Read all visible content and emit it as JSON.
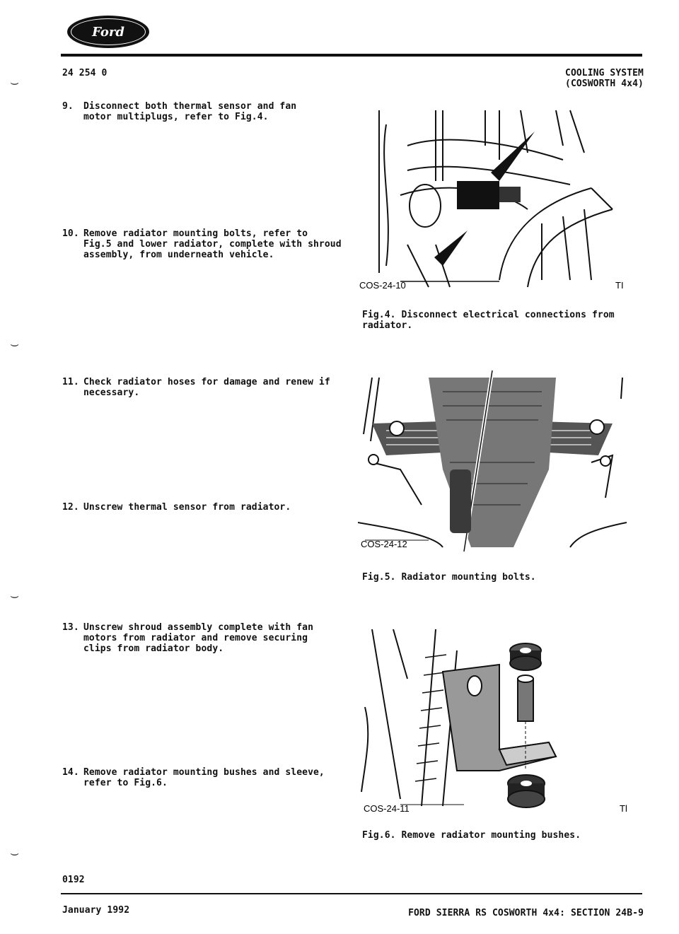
{
  "header": {
    "logo_text": "Ford",
    "doc_code": "24 254 0",
    "section_title_line1": "COOLING SYSTEM",
    "section_title_line2": "(COSWORTH 4x4)"
  },
  "steps": [
    {
      "num": "9.",
      "text": "Disconnect both thermal sensor and fan\nmotor multiplugs, refer to Fig.4."
    },
    {
      "num": "10.",
      "text": "Remove radiator mounting bolts, refer to\nFig.5 and lower radiator, complete with shroud\nassembly, from underneath vehicle."
    },
    {
      "num": "11.",
      "text": "Check radiator hoses for damage and renew if\nnecessary."
    },
    {
      "num": "12.",
      "text": "Unscrew thermal sensor from radiator."
    },
    {
      "num": "13.",
      "text": "Unscrew shroud assembly complete with fan\nmotors from radiator and remove securing\nclips from radiator body."
    },
    {
      "num": "14.",
      "text": "Remove radiator mounting bushes and sleeve,\nrefer to Fig.6."
    }
  ],
  "figures": [
    {
      "code": "COS-24-10",
      "mark": "TI",
      "caption": "Fig.4. Disconnect electrical connections from\n       radiator."
    },
    {
      "code": "COS-24-12",
      "mark": "",
      "caption": "Fig.5. Radiator mounting bolts."
    },
    {
      "code": "COS-24-11",
      "mark": "Tl",
      "caption": "Fig.6. Remove radiator mounting bushes."
    }
  ],
  "footer": {
    "page_ref": "0192",
    "date": "January 1992",
    "section": "FORD SIERRA RS COSWORTH 4x4: SECTION 24B-9"
  },
  "colors": {
    "ink": "#111111",
    "paper": "#ffffff"
  }
}
